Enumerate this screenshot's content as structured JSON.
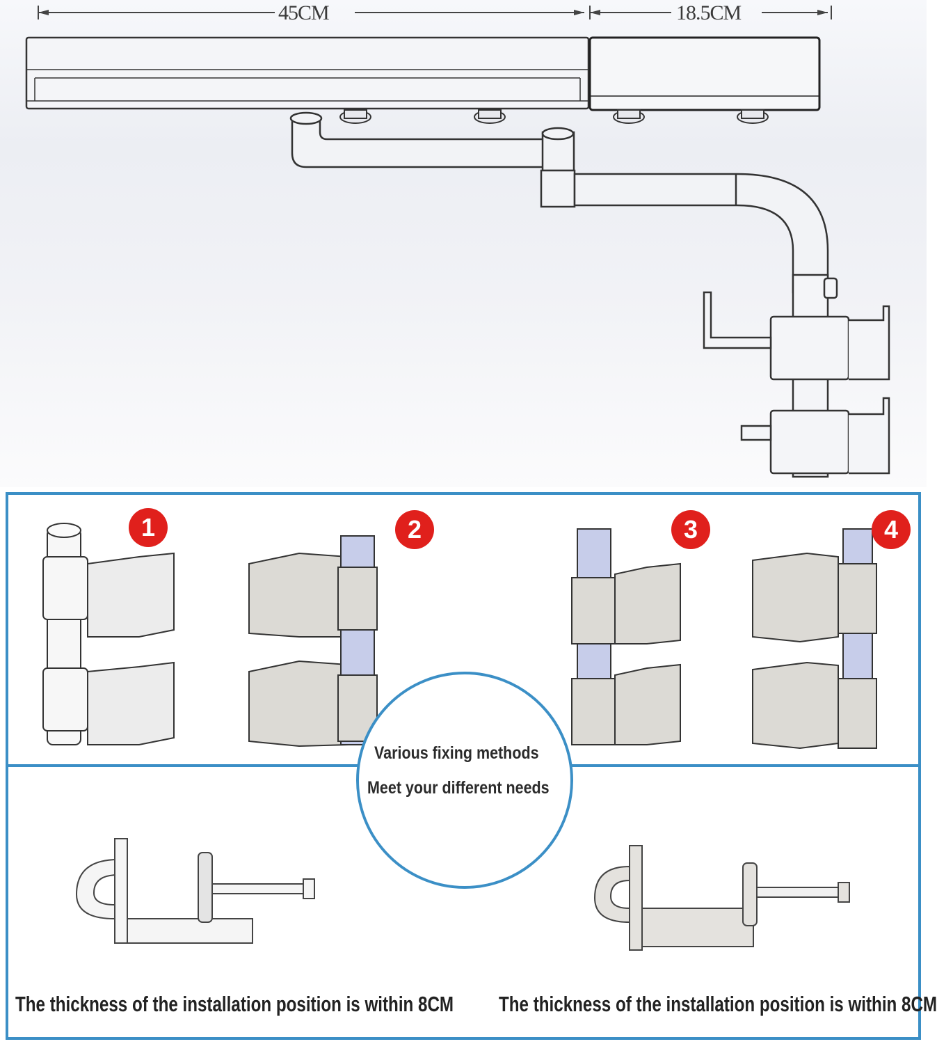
{
  "dimensions": {
    "left_length": "45CM",
    "right_length": "18.5CM"
  },
  "options": {
    "items": [
      {
        "number": "1"
      },
      {
        "number": "2"
      },
      {
        "number": "3"
      },
      {
        "number": "4"
      }
    ]
  },
  "tagline": {
    "line1": "Various fixing methods",
    "line2": "Meet your different needs"
  },
  "clamps": {
    "left_caption": "The thickness of the installation position is within 8CM",
    "right_caption": "The thickness of the installation position is within 8CM"
  },
  "colors": {
    "frame_blue": "#3b8fc6",
    "badge_red": "#e0201c",
    "tube_highlight": "#c7cdea",
    "metal_fill": "#dcdad5"
  }
}
